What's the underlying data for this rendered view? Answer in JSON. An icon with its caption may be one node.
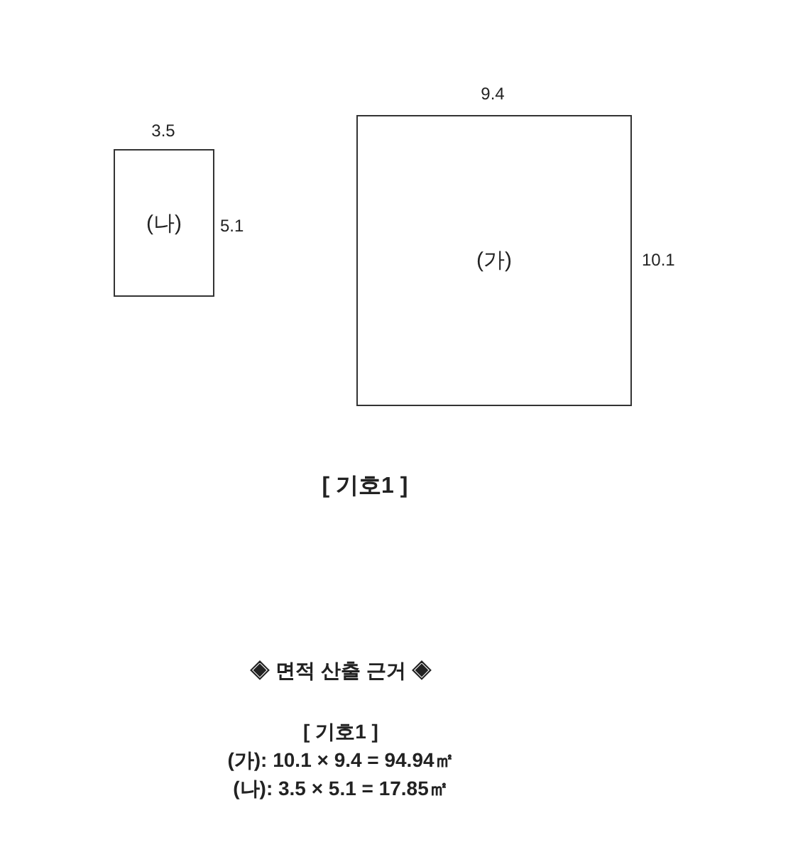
{
  "diagram": {
    "nodes": [
      {
        "text": [
          "(나)"
        ],
        "beside": [
          "3.5",
          "5.1"
        ]
      },
      {
        "text": [
          "(가)"
        ],
        "beside": [
          "9.4",
          "10.1"
        ]
      }
    ],
    "labels": [
      "[ 기호1 ]",
      "◈ 면적 산출 근거 ◈",
      "[ 기호1 ]",
      "(가): 10.1 × 9.4 = 94.94㎡",
      "(나): 3.5 × 5.1 = 17.85㎡"
    ]
  }
}
